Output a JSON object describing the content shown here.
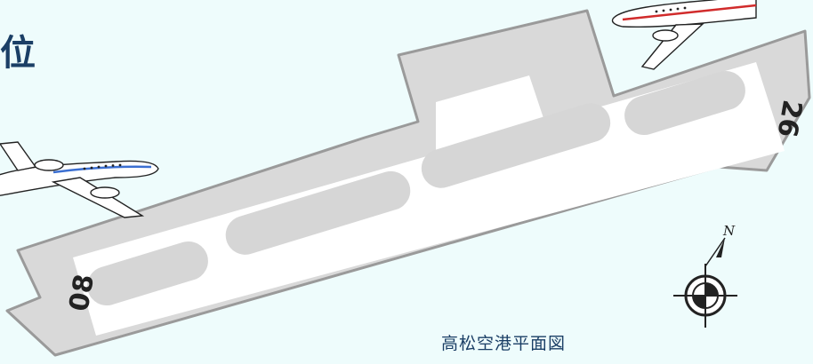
{
  "map": {
    "title_fragment": "位",
    "caption": "高松空港平面図",
    "runway": {
      "end_west_label": "08",
      "end_east_label": "26"
    },
    "compass": {
      "north_label": "N"
    }
  },
  "colors": {
    "background": "#eefcfc",
    "apron": "#d9d9d9",
    "apron_stroke": "#9a9a9a",
    "runway_strip": "#ffffff",
    "taxi_block": "#d6d6d6",
    "caption_text": "#1b3f66",
    "aircraft_left_stripe": "#3b6fd1",
    "aircraft_right_stripe": "#d12b2b"
  }
}
